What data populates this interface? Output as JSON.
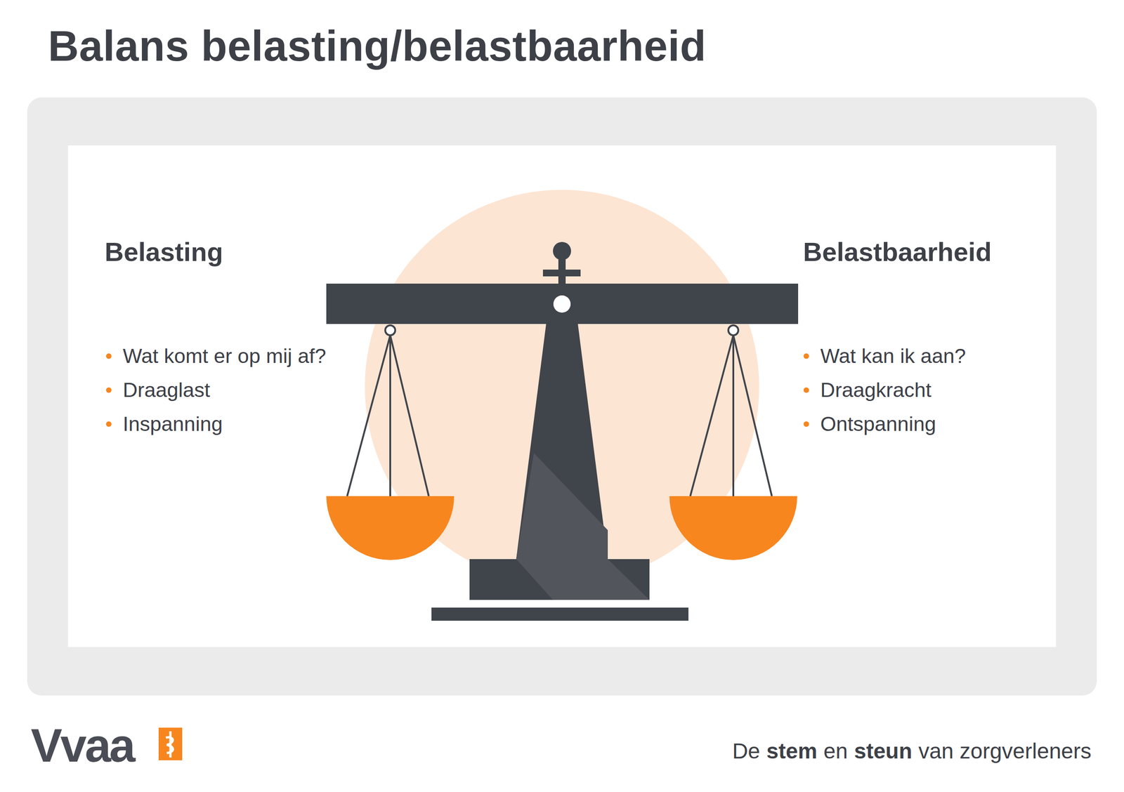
{
  "diagram": {
    "title": "Balans belasting/belastbaarheid",
    "labels": [
      "Belasting",
      "Wat komt er op mij af?",
      "Draaglast",
      "Inspanning",
      "Belastbaarheid",
      "Wat kan ik aan?",
      "Draagkracht",
      "Ontspanning",
      "Vvaa",
      "De",
      "stem",
      "en",
      "steun",
      "van zorgverleners"
    ]
  }
}
